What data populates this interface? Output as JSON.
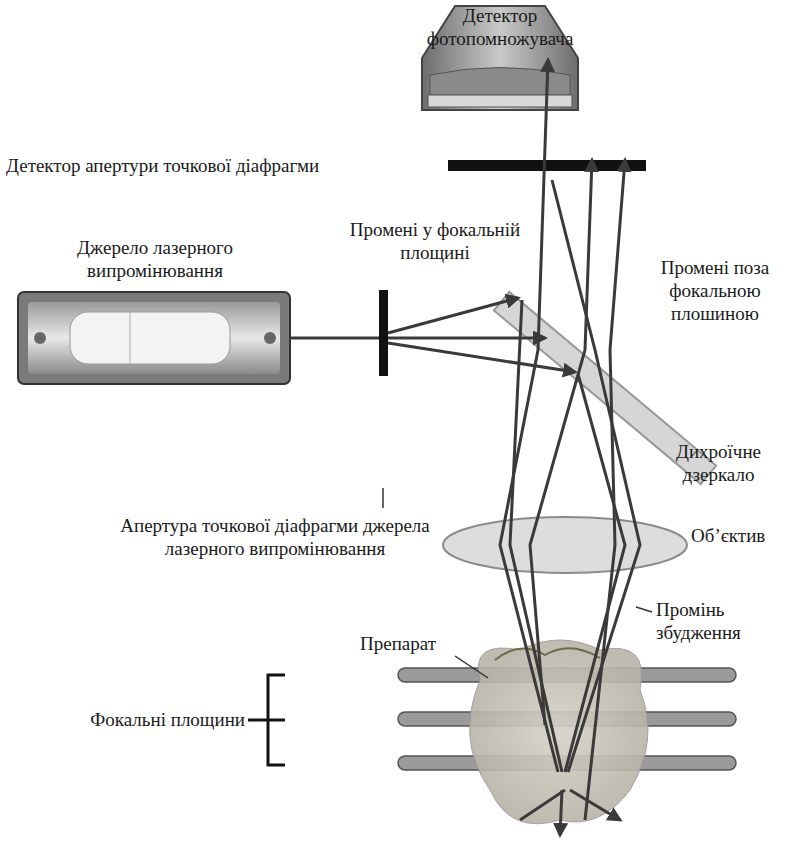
{
  "diagram": {
    "labels": [
      "Детектор фотопомножувача",
      "Детектор апертури точкової діафрагми",
      "Промені у фокальній площині",
      "Промені поза фокальною плошиною",
      "Джерело лазерного випромінювання",
      "Дихроїчне дзеркало",
      "Апертура точкової діафрагми джерела лазерного випромінювання",
      "Об’єктив",
      "Промінь збудження",
      "Препарат",
      "Фокальні площини"
    ]
  }
}
